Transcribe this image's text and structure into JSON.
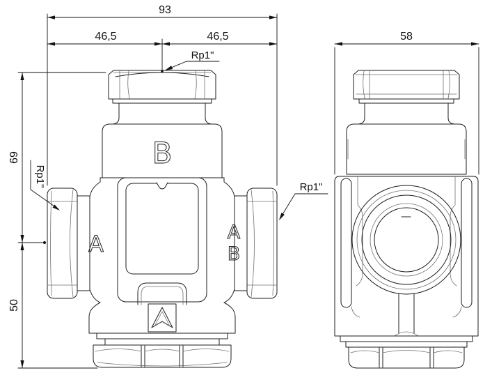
{
  "drawing": {
    "colors": {
      "background": "#ffffff",
      "outline": "#1d1d1d",
      "tangent_line": "#6e6e6e",
      "dimension": "#111111"
    },
    "dimensions": {
      "overall_width": "93",
      "left_half_width": "46,5",
      "right_half_width": "46,5",
      "side_depth": "58",
      "upper_height": "69",
      "lower_height": "50"
    },
    "thread_labels": {
      "top": "Rp1\"",
      "left": "Rp1\"",
      "right": "Rp1\""
    },
    "port_labels": {
      "top": "B",
      "left": "A",
      "right_outlet_a": "A",
      "right_outlet_b": "B"
    }
  }
}
